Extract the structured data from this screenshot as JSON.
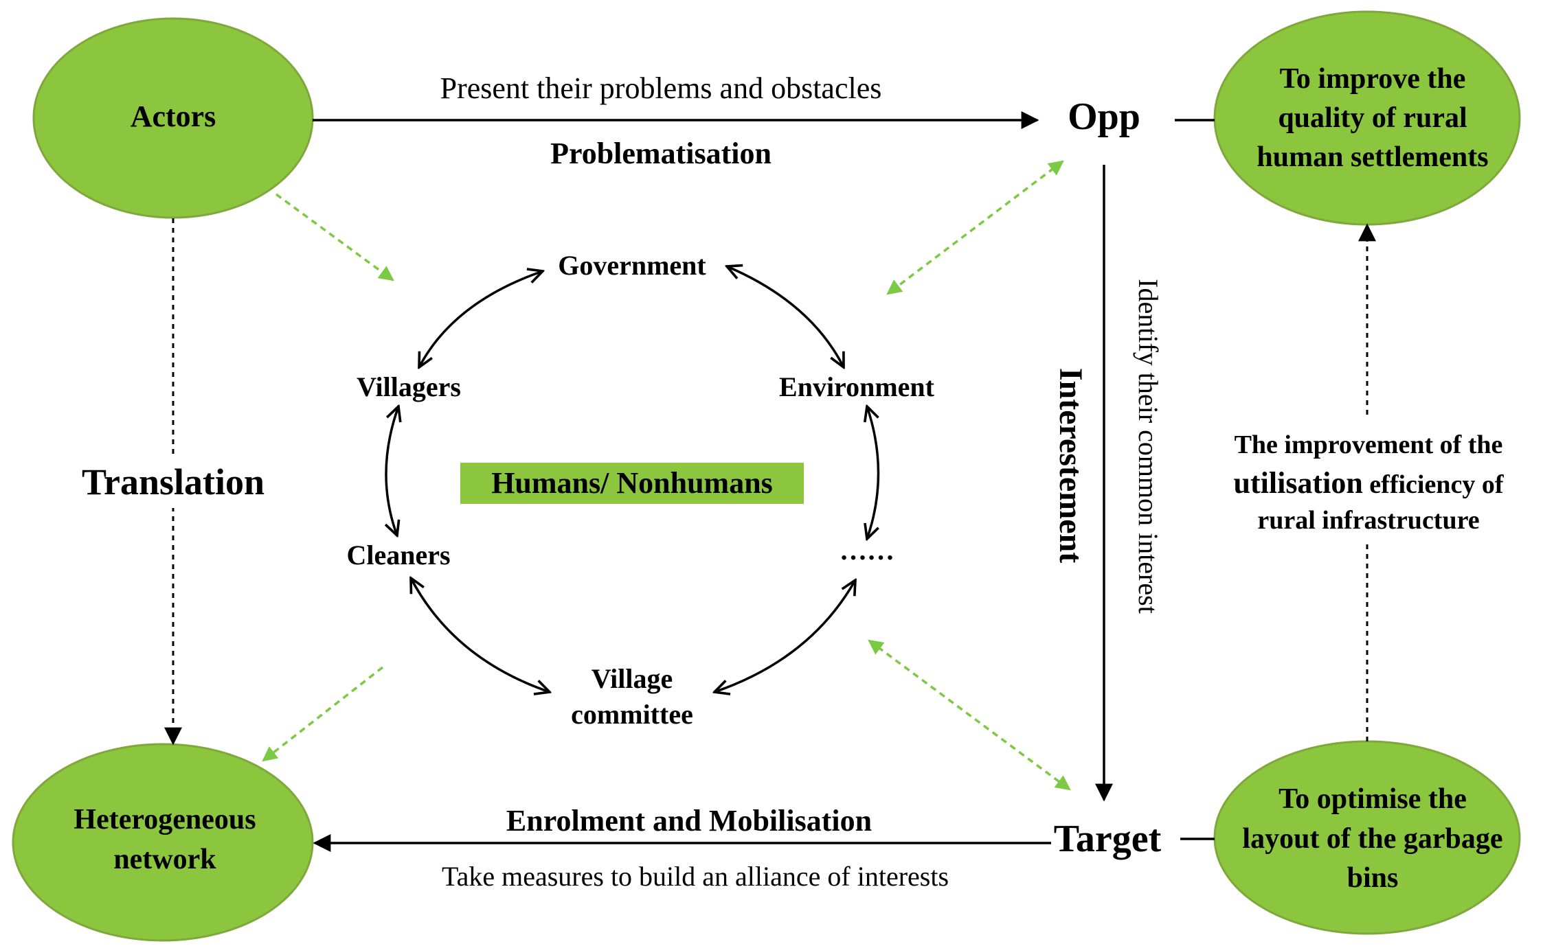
{
  "colors": {
    "node_fill": "#8cc63f",
    "node_stroke": "#7ea83a",
    "dashed_green": "#7cc943",
    "label_box": "#8cc63f",
    "line": "#000000"
  },
  "nodes": {
    "actors": [
      "Actors"
    ],
    "opp": "Opp",
    "goal_top": [
      "To improve the",
      "quality of rural",
      "human settlements"
    ],
    "network": [
      "Heterogeneous",
      "network"
    ],
    "target": "Target",
    "goal_bottom": [
      "To optimise the",
      "layout of the garbage",
      "bins"
    ]
  },
  "edges": {
    "problematisation_desc": "Present their problems and obstacles",
    "problematisation": "Problematisation",
    "interestement": "Interestement",
    "interestement_desc": "Identify their common interest",
    "enrolment": "Enrolment and Mobilisation",
    "enrolment_desc": "Take measures to build an alliance of interests",
    "translation": "Translation",
    "improvement": {
      "line1": "The improvement of the",
      "line2_big": "utilisation",
      "line2_small": " efficiency of",
      "line3": "rural infrastructure"
    }
  },
  "cycle": {
    "center_label": "Humans/ Nonhumans",
    "government": "Government",
    "environment": "Environment",
    "ellipsis": "……",
    "village_committee": [
      "Village",
      "committee"
    ],
    "cleaners": "Cleaners",
    "villagers": "Villagers"
  }
}
